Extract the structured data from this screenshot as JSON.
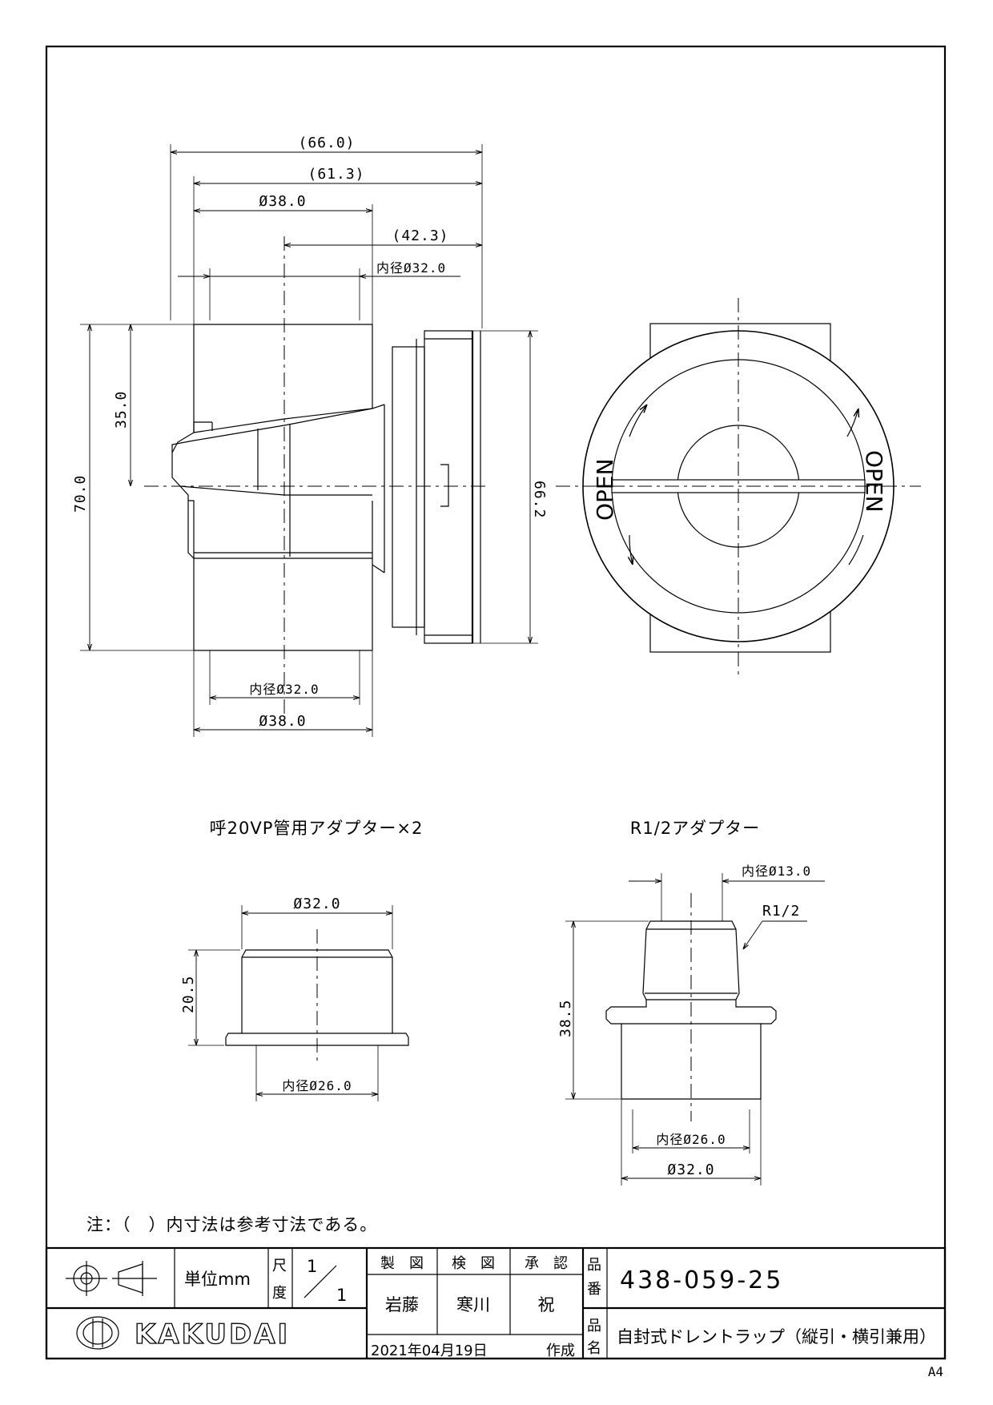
{
  "drawing": {
    "main_dims": {
      "overall_w": "(66.0)",
      "body_w": "(61.3)",
      "od_top": "Ø38.0",
      "offset": "(42.3)",
      "id_top": "内径Ø32.0",
      "upper_h": "35.0",
      "total_h": "70.0",
      "cap_h": "66.2",
      "id_bottom": "内径Ø32.0",
      "od_bottom": "Ø38.0"
    },
    "front_label": "OPEN",
    "adapter1": {
      "title": "呼20VP管用アダプター×2",
      "od": "Ø32.0",
      "height": "20.5",
      "id": "内径Ø26.0"
    },
    "adapter2": {
      "title": "R1/2アダプター",
      "id_top": "内径Ø13.0",
      "thread": "R1/2",
      "height": "38.5",
      "id_bottom": "内径Ø26.0",
      "od": "Ø32.0"
    },
    "note": "注：（　）内寸法は参考寸法である。"
  },
  "title_block": {
    "unit": "単位mm",
    "scale_label_1": "尺",
    "scale_label_2": "度",
    "scale_num": "1",
    "scale_den": "1",
    "drawn_label": "製　図",
    "checked_label": "検　図",
    "approved_label": "承　認",
    "drawn_by": "岩藤",
    "checked_by": "寒川",
    "approved_by": "祝",
    "part_no_label_1": "品",
    "part_no_label_2": "番",
    "part_no": "438-059-25",
    "name_label_1": "品",
    "name_label_2": "名",
    "part_name": "自封式ドレントラップ（縦引・横引兼用）",
    "company": "KAKUDAI",
    "date": "2021年04月19日",
    "date_suffix": "作成",
    "paper": "A4"
  }
}
